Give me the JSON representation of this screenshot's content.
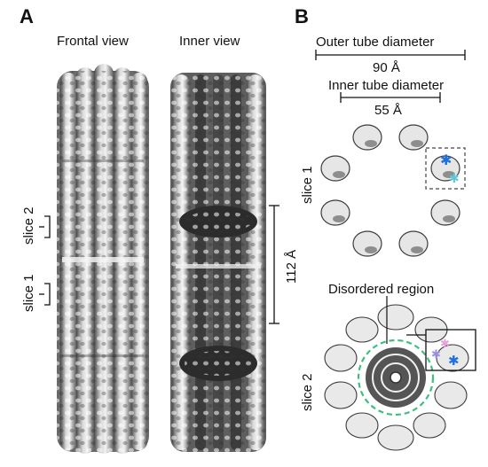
{
  "panels": {
    "a": {
      "letter": "A",
      "frontal_view": "Frontal view",
      "inner_view": "Inner view",
      "slice_2": "slice 2",
      "slice_1": "slice 1",
      "distance": "112 Å"
    },
    "b": {
      "letter": "B",
      "outer_diameter_label": "Outer tube diameter",
      "outer_diameter_value": "90 Å",
      "inner_diameter_label": "Inner tube diameter",
      "inner_diameter_value": "55 Å",
      "slice_1": "slice 1",
      "slice_2": "slice 2",
      "disordered_region": "Disordered region"
    }
  },
  "colors": {
    "density_light": "#e4e4e4",
    "density_dark": "#5a5a5a",
    "ring_green": "#3fbf7f",
    "star_blue": "#1f6fe0",
    "star_cyan": "#5cc8d8",
    "star_pink": "#e7a0d8",
    "star_violet": "#9a8fe0"
  }
}
